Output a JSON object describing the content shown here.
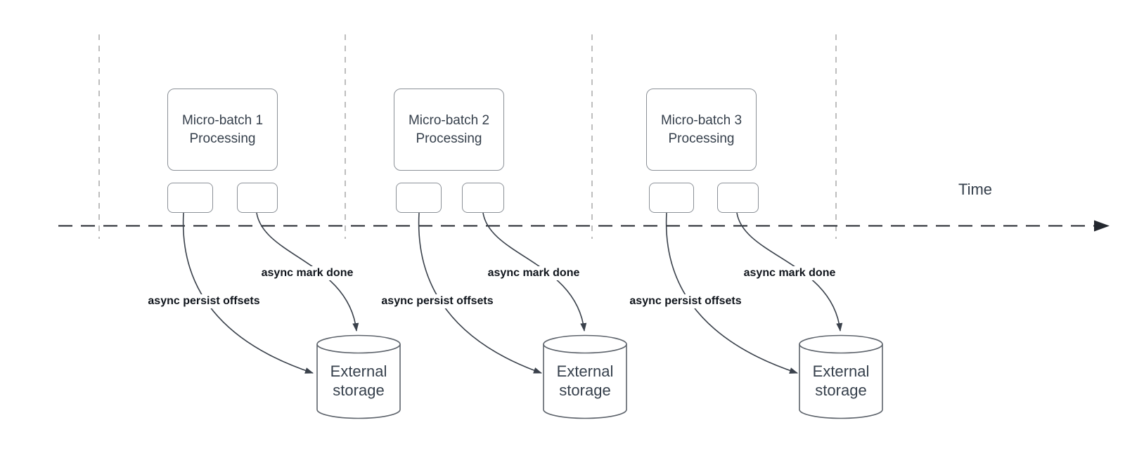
{
  "time_axis": {
    "label": "Time"
  },
  "groups": [
    {
      "batch_line1": "Micro-batch 1",
      "batch_line2": "Processing",
      "persist_label": "async persist offsets",
      "done_label": "async mark done",
      "storage_line1": "External",
      "storage_line2": "storage"
    },
    {
      "batch_line1": "Micro-batch 2",
      "batch_line2": "Processing",
      "persist_label": "async persist offsets",
      "done_label": "async mark done",
      "storage_line1": "External",
      "storage_line2": "storage"
    },
    {
      "batch_line1": "Micro-batch 3",
      "batch_line2": "Processing",
      "persist_label": "async persist offsets",
      "done_label": "async mark done",
      "storage_line1": "External",
      "storage_line2": "storage"
    }
  ],
  "colors": {
    "guide": "#a9a9a9",
    "axis": "#23272e",
    "box_border": "#8b9097",
    "node_fill": "#ffffff",
    "node_text": "#36404c",
    "edge": "#3a414b",
    "label_text": "#10151c",
    "bg": "#ffffff",
    "cylinder_border": "#5d636b"
  }
}
